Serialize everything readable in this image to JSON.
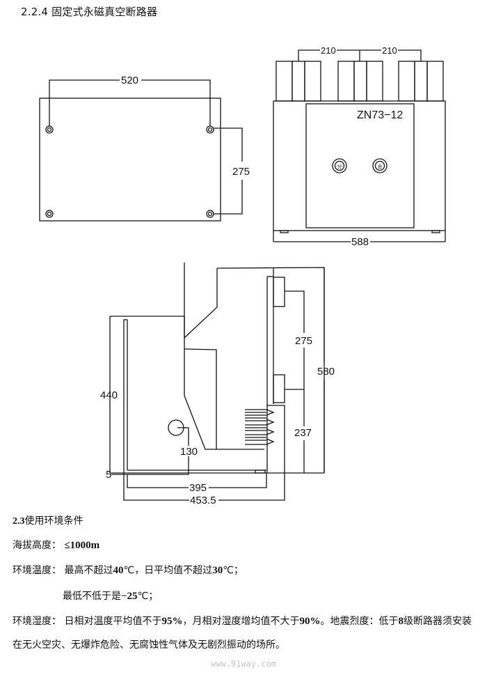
{
  "heading": {
    "section": "2.2.4",
    "title": "固定式永磁真空断路器"
  },
  "front_view": {
    "width_dim": "520",
    "height_dim": "275"
  },
  "top_view": {
    "pitch_dim_left": "210",
    "pitch_dim_right": "210",
    "model_label": "ZN73−12",
    "open_button_glyph": "分",
    "close_button_glyph": "合",
    "width_dim": "588"
  },
  "side_view": {
    "height_440": "440",
    "dim_275": "275",
    "dim_580": "580",
    "dim_237": "237",
    "dim_130": "130",
    "dim_5": "5",
    "dim_395": "395",
    "dim_453_5": "453.5"
  },
  "conditions": {
    "section_num": "2.3",
    "section_title": "使用环境条件",
    "altitude_label": "海拔高度：",
    "altitude_value": "≤1000m",
    "temp_label": "环境温度：",
    "temp_max_prefix": "最高不超过",
    "temp_max_value": "40",
    "temp_unit": "℃",
    "temp_avg_prefix": "，日平均值不超过",
    "temp_avg_value": "30",
    "temp_line_end": "℃；",
    "temp_min_prefix": "最低不低于是",
    "temp_min_value": "−25",
    "humidity_label": "环境湿度：",
    "humidity_day_prefix": "日相对温度平均值不于",
    "humidity_day_value": "95%",
    "humidity_month_prefix": "，月相对湿度增均值不大于",
    "humidity_month_value": "90%",
    "seismic_prefix": "。地震烈度：低于",
    "seismic_value": "8",
    "seismic_suffix": "级断路器须安装",
    "location_line": "在无火空灾、无爆炸危险、无腐蚀性气体及无剧烈振动的场所。"
  },
  "watermark": "www.91way.com"
}
